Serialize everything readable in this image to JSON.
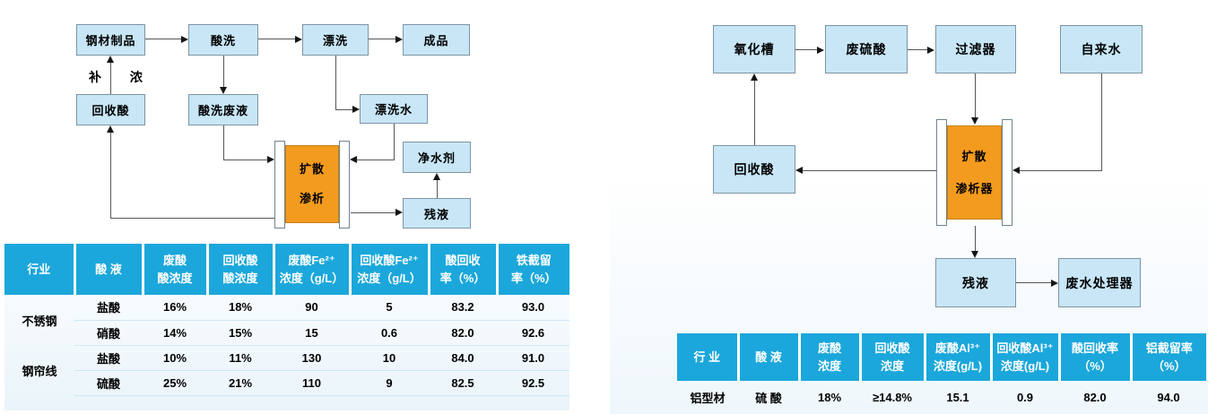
{
  "left_panel": {
    "flowchart": {
      "nodes": {
        "steel_products": "钢材制品",
        "pickling": "酸洗",
        "rinsing": "漂洗",
        "finished_product": "成品",
        "recovered_acid": "回收酸",
        "pickling_waste": "酸洗废液",
        "rinse_water": "漂洗水",
        "water_purifier": "净水剂",
        "residual_liquid": "残液",
        "dialyzer": "扩散\n渗析",
        "replenish_label": "补 浓"
      }
    },
    "table": {
      "headers": [
        "行业",
        "酸 液",
        "废酸\n酸浓度",
        "回收酸\n酸浓度",
        "废酸Fe²⁺\n浓度（g/L）",
        "回收酸Fe²⁺\n浓度（g/L）",
        "酸回收\n率（%）",
        "铁截留\n率（%）"
      ],
      "groups": [
        {
          "industry": "不锈钢",
          "rows": [
            [
              "盐酸",
              "16%",
              "18%",
              "90",
              "5",
              "83.2",
              "93.0"
            ],
            [
              "硝酸",
              "14%",
              "15%",
              "15",
              "0.6",
              "82.0",
              "92.6"
            ]
          ]
        },
        {
          "industry": "钢帘线",
          "rows": [
            [
              "盐酸",
              "10%",
              "11%",
              "130",
              "10",
              "84.0",
              "91.0"
            ],
            [
              "硫酸",
              "25%",
              "21%",
              "110",
              "9",
              "82.5",
              "92.5"
            ]
          ]
        }
      ]
    }
  },
  "right_panel": {
    "flowchart": {
      "nodes": {
        "oxidation_tank": "氧化槽",
        "waste_sulfuric_acid": "废硫酸",
        "filter": "过滤器",
        "tap_water": "自来水",
        "recovered_acid": "回收酸",
        "dialyzer": "扩散\n渗析器",
        "residual_liquid": "残液",
        "wastewater_processor": "废水处理器"
      }
    },
    "table": {
      "headers": [
        "行 业",
        "酸 液",
        "废酸\n浓度",
        "回收酸\n浓度",
        "废酸Al³⁺\n浓度(g/L)",
        "回收酸Al³⁺\n浓度(g/L)",
        "酸回收率\n（%）",
        "铝截留率\n（%）"
      ],
      "rows": [
        [
          "铝型材",
          "硫 酸",
          "18%",
          "≥14.8%",
          "15.1",
          "0.9",
          "82.0",
          "94.0"
        ]
      ]
    }
  },
  "colors": {
    "header_cyan": "#1ba7db",
    "box_blue": "#c8e6f6",
    "dialyzer_orange": "#f39b1e",
    "row_separator_blue": "#cde8f6"
  }
}
